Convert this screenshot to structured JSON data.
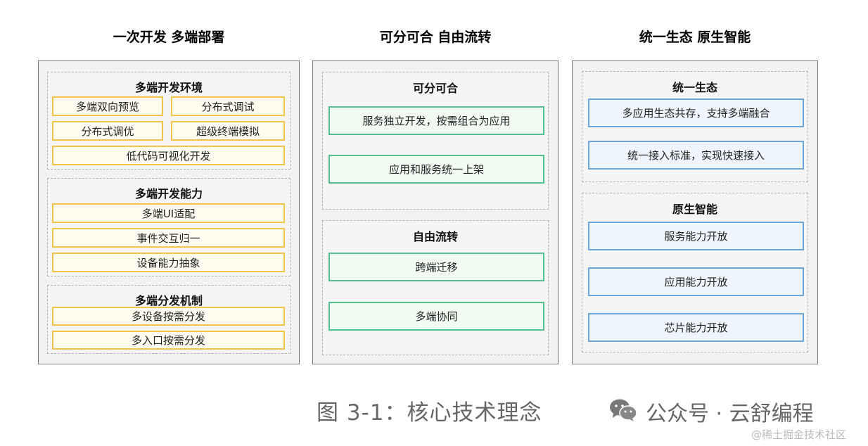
{
  "columns": [
    {
      "title": "一次开发 多端部署",
      "groups": [
        {
          "title": "多端开发环境",
          "items": [
            "多端双向预览",
            "分布式调试",
            "分布式调优",
            "超级终端模拟",
            "低代码可视化开发"
          ]
        },
        {
          "title": "多端开发能力",
          "items": [
            "多端UI适配",
            "事件交互归一",
            "设备能力抽象"
          ]
        },
        {
          "title": "多端分发机制",
          "items": [
            "多设备按需分发",
            "多入口按需分发"
          ]
        }
      ]
    },
    {
      "title": "可分可合 自由流转",
      "groups": [
        {
          "title": "可分可合",
          "items": [
            "服务独立开发，按需组合为应用",
            "应用和服务统一上架"
          ]
        },
        {
          "title": "自由流转",
          "items": [
            "跨端迁移",
            "多端协同"
          ]
        }
      ]
    },
    {
      "title": "统一生态 原生智能",
      "groups": [
        {
          "title": "统一生态",
          "items": [
            "多应用生态共存，支持多端融合",
            "统一接入标准，实现快速接入"
          ]
        },
        {
          "title": "原生智能",
          "items": [
            "服务能力开放",
            "应用能力开放",
            "芯片能力开放"
          ]
        }
      ]
    }
  ],
  "caption": "图 3-1：核心技术理念",
  "watermark": {
    "icon": "wechat-icon",
    "text": "公众号 · 云舒编程",
    "sub": "@稀土掘金技术社区"
  },
  "colors": {
    "yellow_border": "#f3c44a",
    "green_border": "#52c08f",
    "blue_border": "#6aa6d8"
  }
}
